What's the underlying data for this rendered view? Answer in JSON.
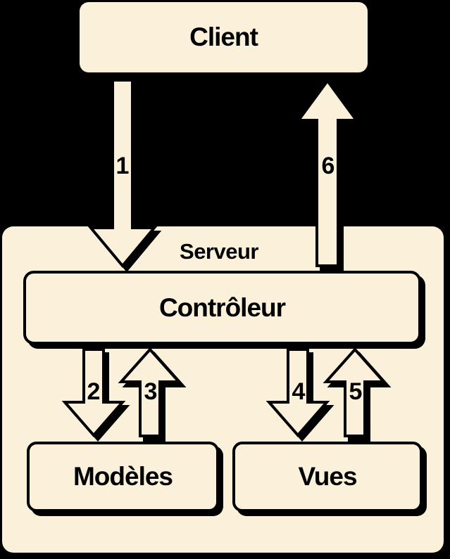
{
  "colors": {
    "background": "#000000",
    "fill": "#FBF0DA",
    "line": "#000000"
  },
  "nodes": {
    "client": {
      "label": "Client"
    },
    "serveur": {
      "label": "Serveur"
    },
    "controleur": {
      "label": "Contrôleur"
    },
    "modeles": {
      "label": "Modèles"
    },
    "vues": {
      "label": "Vues"
    }
  },
  "arrows": [
    {
      "label": "1",
      "direction": "down",
      "from": "Client",
      "to": "Contrôleur"
    },
    {
      "label": "2",
      "direction": "down",
      "from": "Contrôleur",
      "to": "Modèles"
    },
    {
      "label": "3",
      "direction": "up",
      "from": "Modèles",
      "to": "Contrôleur"
    },
    {
      "label": "4",
      "direction": "down",
      "from": "Contrôleur",
      "to": "Vues"
    },
    {
      "label": "5",
      "direction": "up",
      "from": "Vues",
      "to": "Contrôleur"
    },
    {
      "label": "6",
      "direction": "up",
      "from": "Contrôleur",
      "to": "Client"
    }
  ]
}
